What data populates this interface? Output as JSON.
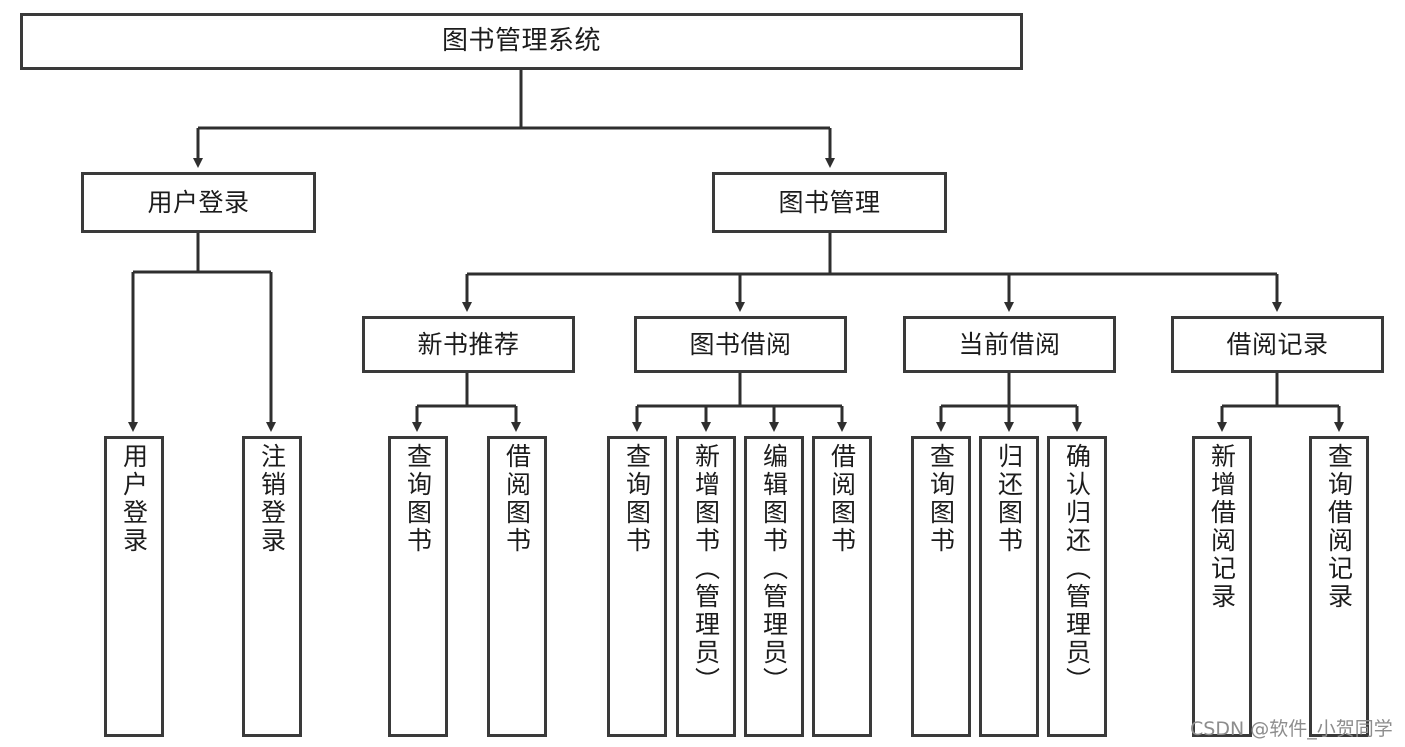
{
  "diagram": {
    "title": "图书管理系统",
    "watermark": "CSDN @软件_小贺同学",
    "colors": {
      "node_border": "#3a3a3a",
      "node_fill": "#ffffff",
      "edge": "#2f2f2f",
      "text": "#1c1c1c",
      "watermark": "#8d8d8d"
    },
    "nodes": {
      "root": {
        "label": "图书管理系统"
      },
      "level2": [
        {
          "label": "用户登录"
        },
        {
          "label": "图书管理"
        }
      ],
      "level3": [
        {
          "label": "新书推荐"
        },
        {
          "label": "图书借阅"
        },
        {
          "label": "当前借阅"
        },
        {
          "label": "借阅记录"
        }
      ],
      "leaves_user_login": [
        {
          "label": "用户登录"
        },
        {
          "label": "注销登录"
        }
      ],
      "leaves_new_book": [
        {
          "label": "查询图书"
        },
        {
          "label": "借阅图书"
        }
      ],
      "leaves_borrow": [
        {
          "label": "查询图书"
        },
        {
          "label": "新增图书（管理员）"
        },
        {
          "label": "编辑图书（管理员）"
        },
        {
          "label": "借阅图书"
        }
      ],
      "leaves_current": [
        {
          "label": "查询图书"
        },
        {
          "label": "归还图书"
        },
        {
          "label": "确认归还（管理员）"
        }
      ],
      "leaves_record": [
        {
          "label": "新增借阅记录"
        },
        {
          "label": "查询借阅记录"
        }
      ]
    }
  }
}
